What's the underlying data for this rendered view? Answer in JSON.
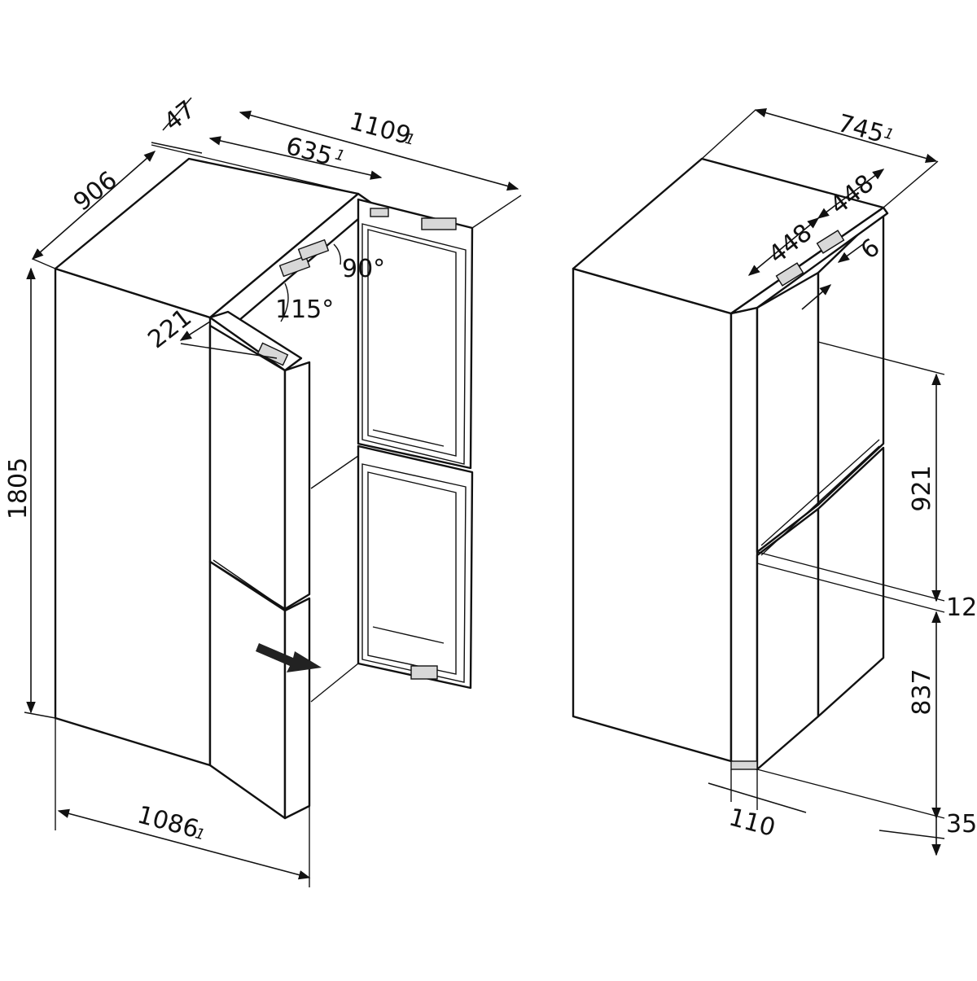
{
  "left_view": {
    "depth_total": "906",
    "depth_door": "47",
    "width_open": "1109",
    "width_open_note": "1",
    "depth_open": "635",
    "depth_open_note": "1",
    "angle_fridge": "90°",
    "angle_door": "115°",
    "door_open": "221",
    "height": "1805",
    "width_bottom": "1086",
    "width_bottom_note": "1"
  },
  "right_view": {
    "width": "745",
    "width_note": "1",
    "door_width_left": "448",
    "door_width_right": "448",
    "handle_gap": "6",
    "upper_height": "921",
    "gap_height": "12",
    "lower_height": "837",
    "feet_height": "35",
    "side_offset": "110"
  }
}
